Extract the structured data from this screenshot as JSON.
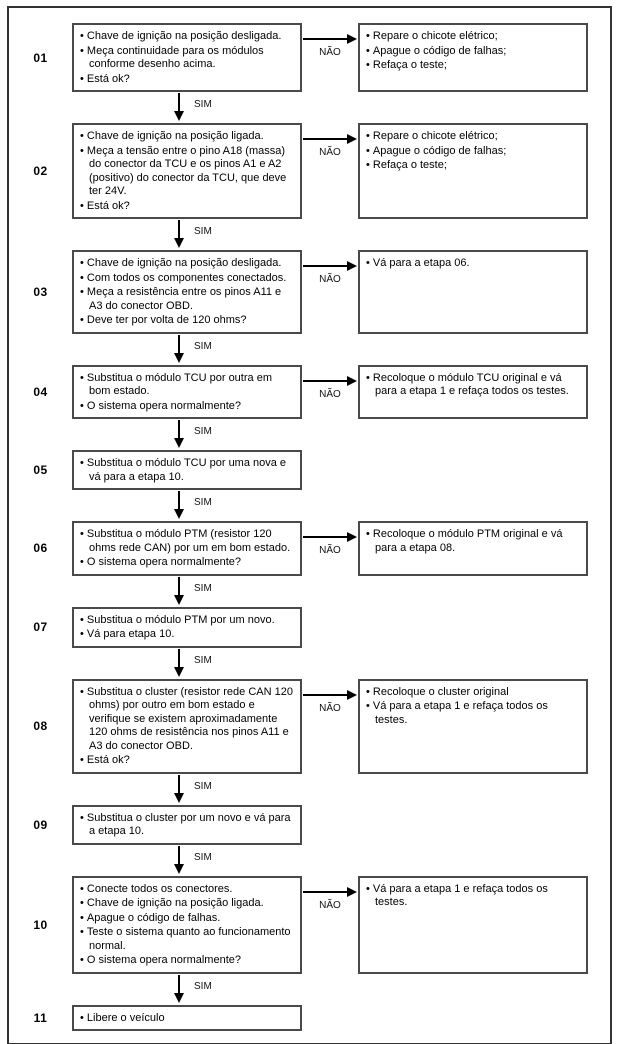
{
  "labels": {
    "yes": "SIM",
    "no": "NÃO"
  },
  "flowchart": {
    "steps": [
      {
        "number": "01",
        "main": [
          "Chave de ignição na posição desligada.",
          "Meça continuidade para os módulos conforme desenho acima.",
          "Está ok?"
        ],
        "no_branch": [
          "Repare o chicote elétrico;",
          "Apague o código de falhas;",
          "Refaça o teste;"
        ],
        "has_sim": true
      },
      {
        "number": "02",
        "main": [
          "Chave de ignição na posição ligada.",
          "Meça a tensão entre o pino A18 (massa) do conector da TCU e os pinos A1 e A2 (positivo) do conector da TCU, que deve ter 24V.",
          "Está ok?"
        ],
        "no_branch": [
          "Repare o chicote elétrico;",
          "Apague o código de falhas;",
          "Refaça o teste;"
        ],
        "has_sim": true
      },
      {
        "number": "03",
        "main": [
          "Chave de ignição na posição desligada.",
          "Com todos os componentes conectados.",
          "Meça a resistência entre os pinos A11 e A3 do conector OBD.",
          "Deve ter por volta de 120 ohms?"
        ],
        "no_branch": [
          "Vá para a etapa 06."
        ],
        "has_sim": true
      },
      {
        "number": "04",
        "main": [
          "Substitua o módulo TCU por outra em bom estado.",
          "O sistema opera normalmente?"
        ],
        "no_branch": [
          "Recoloque o módulo TCU original e vá para a etapa 1 e refaça todos os testes."
        ],
        "has_sim": true
      },
      {
        "number": "05",
        "main": [
          "Substitua o módulo TCU por uma nova e vá para a etapa 10."
        ],
        "no_branch": null,
        "has_sim": true
      },
      {
        "number": "06",
        "main": [
          "Substitua o módulo PTM (resistor 120 ohms rede CAN) por um em bom estado.",
          "O sistema opera normalmente?"
        ],
        "no_branch": [
          "Recoloque o módulo PTM original e vá para a etapa 08."
        ],
        "has_sim": true
      },
      {
        "number": "07",
        "main": [
          "Substitua o módulo PTM por um novo.",
          "Vá para etapa 10."
        ],
        "no_branch": null,
        "has_sim": true
      },
      {
        "number": "08",
        "main": [
          "Substitua o cluster (resistor rede CAN 120 ohms) por outro em bom estado e verifique se existem aproximadamente 120 ohms de resistência nos pinos A11 e A3 do conector OBD.",
          "Está ok?"
        ],
        "no_branch": [
          "Recoloque o cluster original",
          "Vá para a etapa 1 e refaça todos os testes."
        ],
        "has_sim": true
      },
      {
        "number": "09",
        "main": [
          "Substitua o cluster por um novo e vá para a etapa 10."
        ],
        "no_branch": null,
        "has_sim": true
      },
      {
        "number": "10",
        "main": [
          "Conecte todos os conectores.",
          "Chave de ignição na posição ligada.",
          "Apague o código de falhas.",
          "Teste o sistema quanto ao funcionamento normal.",
          "O sistema opera normalmente?"
        ],
        "no_branch": [
          "Vá para a etapa 1 e refaça todos os testes."
        ],
        "has_sim": true
      },
      {
        "number": "11",
        "main": [
          "Libere o veículo"
        ],
        "no_branch": null,
        "has_sim": false
      }
    ]
  }
}
